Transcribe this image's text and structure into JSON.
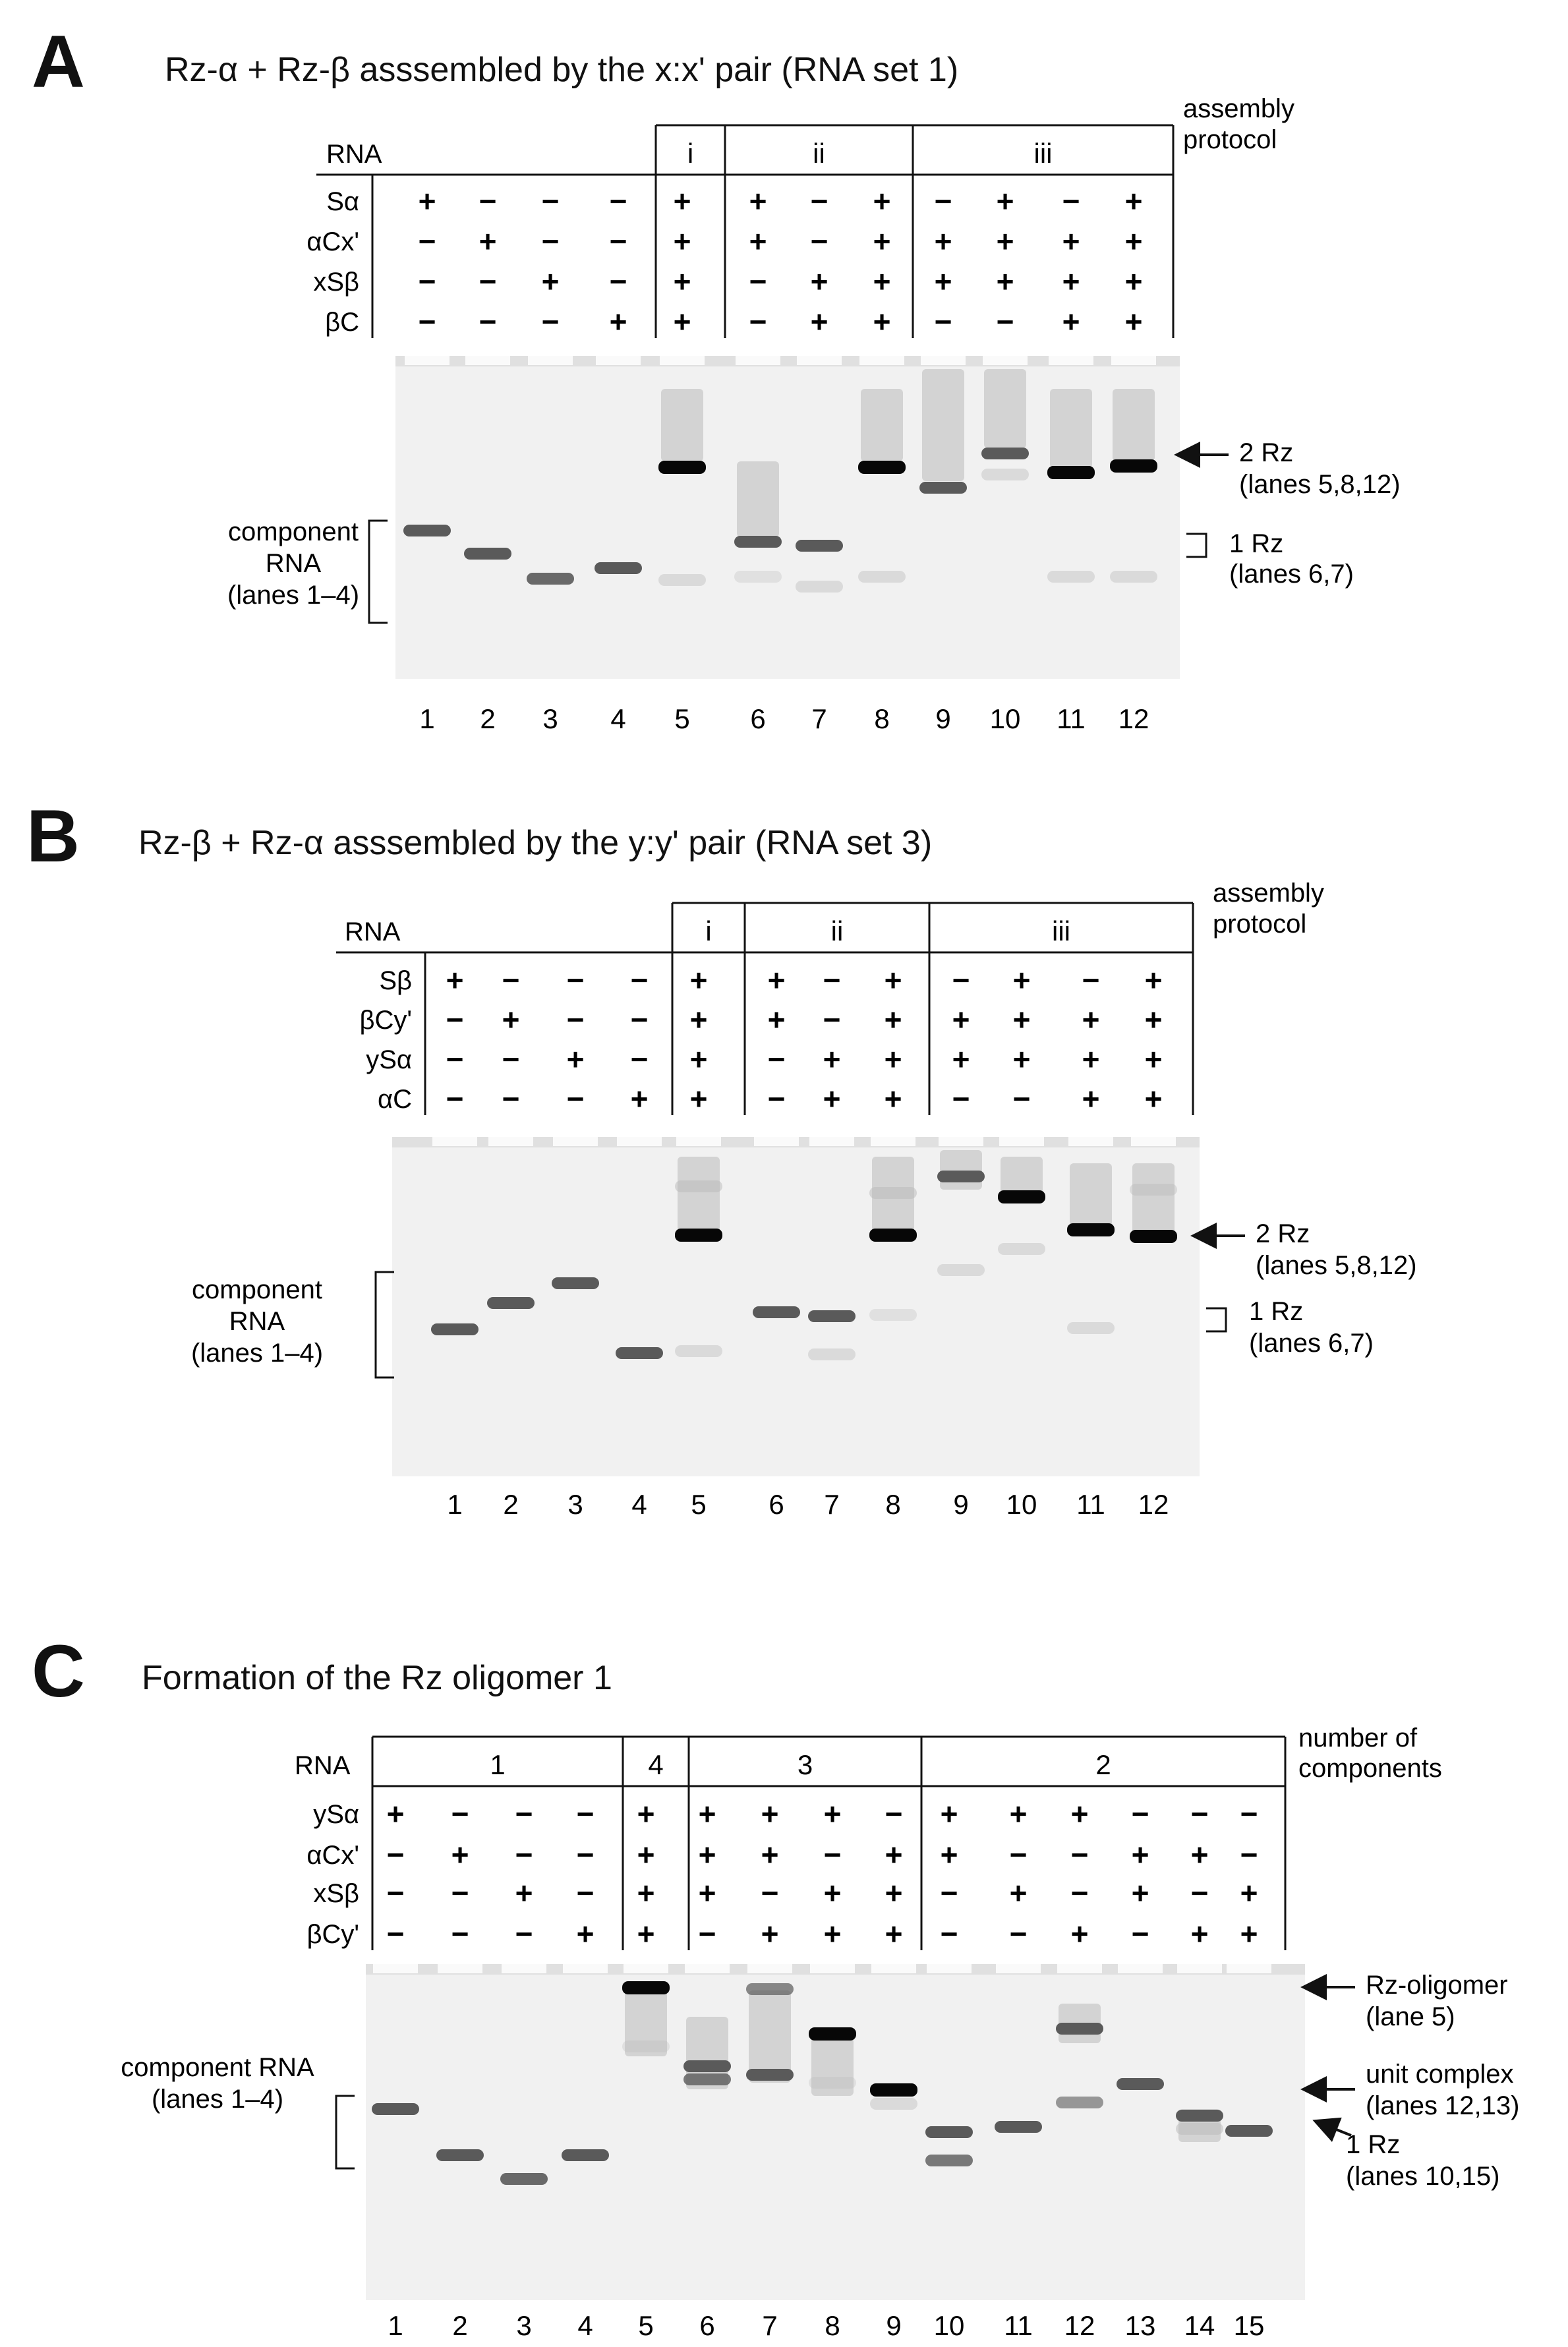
{
  "panels": [
    {
      "letter": "A",
      "title": "Rz-α + Rz-β asssembled by the x:x' pair (RNA set 1)",
      "header_label": "RNA",
      "group_caption": [
        "assembly",
        "protocol"
      ],
      "groups": [
        {
          "label": "i"
        },
        {
          "label": "ii"
        },
        {
          "label": "iii"
        }
      ],
      "rows": [
        {
          "label": "Sα",
          "signs": [
            "+",
            "−",
            "−",
            "−",
            "+",
            "+",
            "−",
            "+",
            "−",
            "+",
            "−",
            "+"
          ]
        },
        {
          "label": "αCx'",
          "signs": [
            "−",
            "+",
            "−",
            "−",
            "+",
            "+",
            "−",
            "+",
            "+",
            "+",
            "+",
            "+"
          ]
        },
        {
          "label": "xSβ",
          "signs": [
            "−",
            "−",
            "+",
            "−",
            "+",
            "−",
            "+",
            "+",
            "+",
            "+",
            "+",
            "+"
          ]
        },
        {
          "label": "βC",
          "signs": [
            "−",
            "−",
            "−",
            "+",
            "+",
            "−",
            "+",
            "+",
            "−",
            "−",
            "+",
            "+"
          ]
        }
      ],
      "lane_numbers": [
        "1",
        "2",
        "3",
        "4",
        "5",
        "6",
        "7",
        "8",
        "9",
        "10",
        "11",
        "12"
      ],
      "left_label": [
        "component",
        "RNA",
        "(lanes 1–4)"
      ],
      "right_labels": [
        {
          "text": [
            "2 Rz",
            "(lanes 5,8,12)"
          ],
          "marker": "arrow"
        },
        {
          "text": [
            "1 Rz",
            "(lanes 6,7)"
          ],
          "marker": "bracket"
        }
      ]
    },
    {
      "letter": "B",
      "title": "Rz-β + Rz-α asssembled by the y:y' pair (RNA set 3)",
      "header_label": "RNA",
      "group_caption": [
        "assembly",
        "protocol"
      ],
      "groups": [
        {
          "label": "i"
        },
        {
          "label": "ii"
        },
        {
          "label": "iii"
        }
      ],
      "rows": [
        {
          "label": "Sβ",
          "signs": [
            "+",
            "−",
            "−",
            "−",
            "+",
            "+",
            "−",
            "+",
            "−",
            "+",
            "−",
            "+"
          ]
        },
        {
          "label": "βCy'",
          "signs": [
            "−",
            "+",
            "−",
            "−",
            "+",
            "+",
            "−",
            "+",
            "+",
            "+",
            "+",
            "+"
          ]
        },
        {
          "label": "ySα",
          "signs": [
            "−",
            "−",
            "+",
            "−",
            "+",
            "−",
            "+",
            "+",
            "+",
            "+",
            "+",
            "+"
          ]
        },
        {
          "label": "αC",
          "signs": [
            "−",
            "−",
            "−",
            "+",
            "+",
            "−",
            "+",
            "+",
            "−",
            "−",
            "+",
            "+"
          ]
        }
      ],
      "lane_numbers": [
        "1",
        "2",
        "3",
        "4",
        "5",
        "6",
        "7",
        "8",
        "9",
        "10",
        "11",
        "12"
      ],
      "left_label": [
        "component",
        "RNA",
        "(lanes 1–4)"
      ],
      "right_labels": [
        {
          "text": [
            "2 Rz",
            "(lanes 5,8,12)"
          ],
          "marker": "arrow"
        },
        {
          "text": [
            "1 Rz",
            "(lanes 6,7)"
          ],
          "marker": "bracket"
        }
      ]
    },
    {
      "letter": "C",
      "title": "Formation of the Rz oligomer 1",
      "header_label": "RNA",
      "group_caption": [
        "number of",
        "components"
      ],
      "groups": [
        {
          "label": "1"
        },
        {
          "label": "4"
        },
        {
          "label": "3"
        },
        {
          "label": "2"
        }
      ],
      "rows": [
        {
          "label": "ySα",
          "signs": [
            "+",
            "−",
            "−",
            "−",
            "+",
            "+",
            "+",
            "+",
            "−",
            "+",
            "+",
            "+",
            "−",
            "−",
            "−"
          ]
        },
        {
          "label": "αCx'",
          "signs": [
            "−",
            "+",
            "−",
            "−",
            "+",
            "+",
            "+",
            "−",
            "+",
            "+",
            "−",
            "−",
            "+",
            "+",
            "−"
          ]
        },
        {
          "label": "xSβ",
          "signs": [
            "−",
            "−",
            "+",
            "−",
            "+",
            "+",
            "−",
            "+",
            "+",
            "−",
            "+",
            "−",
            "+",
            "−",
            "+"
          ]
        },
        {
          "label": "βCy'",
          "signs": [
            "−",
            "−",
            "−",
            "+",
            "+",
            "−",
            "+",
            "+",
            "+",
            "−",
            "−",
            "+",
            "−",
            "+",
            "+"
          ]
        }
      ],
      "lane_numbers": [
        "1",
        "2",
        "3",
        "4",
        "5",
        "6",
        "7",
        "8",
        "9",
        "10",
        "11",
        "12",
        "13",
        "14",
        "15"
      ],
      "left_label": [
        "component RNA",
        "(lanes 1–4)"
      ],
      "right_labels": [
        {
          "text": [
            "Rz-oligomer",
            "(lane 5)"
          ],
          "marker": "arrow"
        },
        {
          "text": [
            "unit complex",
            "(lanes 12,13)"
          ],
          "marker": "arrow"
        },
        {
          "text": [
            "1 Rz",
            "(lanes 10,15)"
          ],
          "marker": "diagonal-arrow"
        }
      ]
    }
  ]
}
